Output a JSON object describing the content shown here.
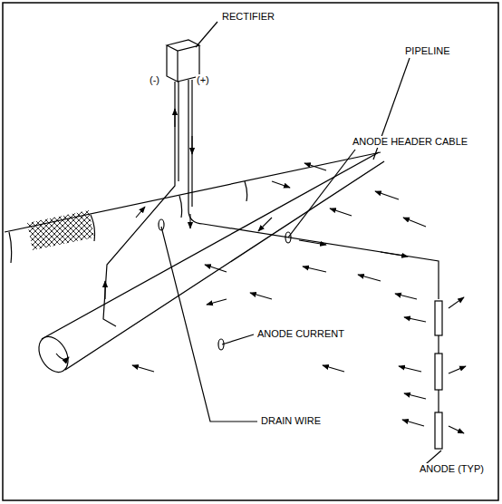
{
  "diagram": {
    "labels": [
      "RECTIFIER",
      "(-)",
      "(+)",
      "PIPELINE",
      "ANODE HEADER CABLE",
      "ANODE CURRENT",
      "DRAIN WIRE",
      "ANODE (TYP)"
    ]
  }
}
